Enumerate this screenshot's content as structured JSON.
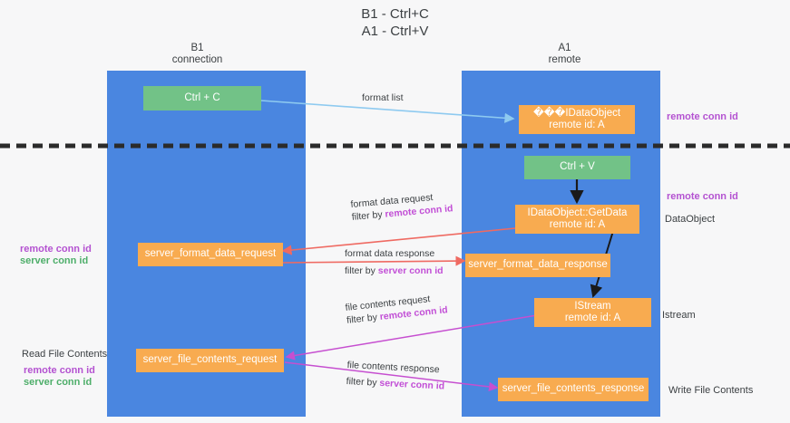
{
  "diagram": {
    "title": "B1 - Ctrl+C\nA1 - Ctrl+V",
    "lanes": [
      {
        "id": "b1",
        "label": "B1\nconnection"
      },
      {
        "id": "a1",
        "label": "A1\nremote"
      }
    ],
    "nodes": [
      {
        "id": "ctrl-c",
        "label": "Ctrl + C",
        "color": "#72c287"
      },
      {
        "id": "idataobject",
        "label": "���IDataObject\nremote id: A",
        "color": "#f8ab50"
      },
      {
        "id": "ctrl-v",
        "label": "Ctrl + V",
        "color": "#72c287"
      },
      {
        "id": "idataobject-getdata",
        "label": "IDataObject::GetData\nremote id: A",
        "color": "#f8ab50"
      },
      {
        "id": "server-format-data-request",
        "label": "server_format_data_request",
        "color": "#f8ab50"
      },
      {
        "id": "server-format-data-response",
        "label": "server_format_data_response",
        "color": "#f8ab50"
      },
      {
        "id": "istream",
        "label": "IStream\nremote id: A",
        "color": "#f8ab50"
      },
      {
        "id": "server-file-contents-request",
        "label": "server_file_contents_request",
        "color": "#f8ab50"
      },
      {
        "id": "server-file-contents-response",
        "label": "server_file_contents_response",
        "color": "#f8ab50"
      }
    ],
    "edge_labels": {
      "format_list": "format list",
      "format_data_request": "format data request",
      "format_data_request_filter_prefix": "filter by ",
      "format_data_request_filter_key": "remote conn id",
      "format_data_response": "format data response",
      "format_data_response_filter_prefix": "filter by ",
      "format_data_response_filter_key": "server conn id",
      "file_contents_request": "file contents request",
      "file_contents_request_filter_prefix": "filter by ",
      "file_contents_request_filter_key": "remote conn id",
      "file_contents_response": "file contents response",
      "file_contents_response_filter_prefix": "filter by ",
      "file_contents_response_filter_key": "server conn id"
    },
    "annotations": {
      "right_remote_conn_id_top": "remote conn id",
      "right_remote_conn_id_mid": "remote conn id",
      "right_dataobject": "DataObject",
      "right_istream": "Istream",
      "right_write_file_contents": "Write File Contents",
      "left_remote_conn_id": "remote conn id",
      "left_server_conn_id": "server conn id",
      "left_read_file_contents": "Read File Contents",
      "left_remote_conn_id_2": "remote conn id",
      "left_server_conn_id_2": "server conn id"
    },
    "colors": {
      "lane": "#4a86e0",
      "green_node": "#72c287",
      "orange_node": "#f8ab50",
      "purple_text": "#b452d1",
      "green_text": "#4eae6a",
      "red_arrow": "#ef6a62",
      "magenta_arrow": "#c64fd0",
      "blue_arrow": "#8ecaf0",
      "black_arrow": "#1a1a1a",
      "background": "#f7f7f8"
    }
  }
}
